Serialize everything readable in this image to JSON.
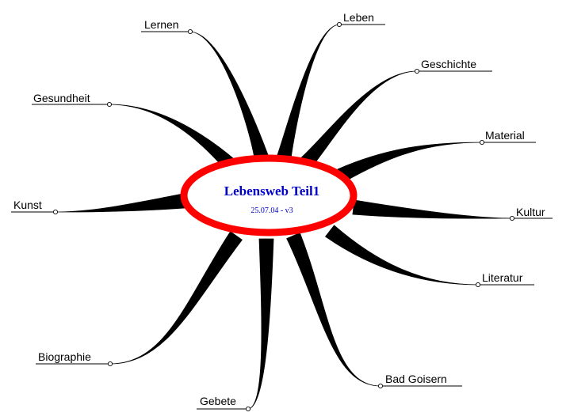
{
  "central_topic": {
    "title": "Lebensweb Teil1",
    "subtitle": "25.07.04 - v3"
  },
  "branches": [
    {
      "id": "lernen",
      "label": "Lernen"
    },
    {
      "id": "leben",
      "label": "Leben"
    },
    {
      "id": "geschichte",
      "label": "Geschichte"
    },
    {
      "id": "gesundheit",
      "label": "Gesundheit"
    },
    {
      "id": "material",
      "label": "Material"
    },
    {
      "id": "kunst",
      "label": "Kunst"
    },
    {
      "id": "kultur",
      "label": "Kultur"
    },
    {
      "id": "literatur",
      "label": "Literatur"
    },
    {
      "id": "biographie",
      "label": "Biographie"
    },
    {
      "id": "bad-goisern",
      "label": "Bad Goisern"
    },
    {
      "id": "gebete",
      "label": "Gebete"
    }
  ],
  "colors": {
    "ellipse_border": "#ff0000",
    "ellipse_fill": "#ffffff",
    "title_text": "#0000cc",
    "branch": "#000000",
    "label_text": "#000000"
  }
}
